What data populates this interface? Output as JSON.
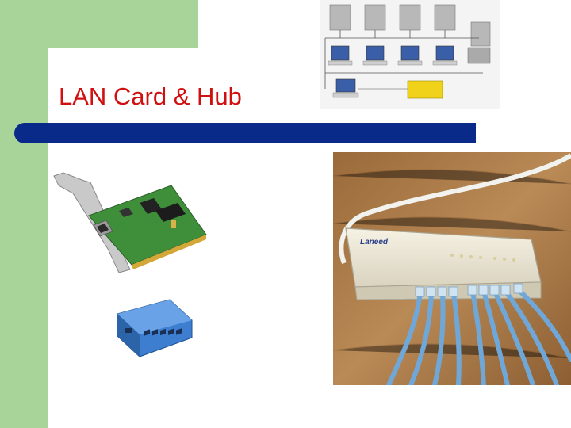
{
  "slide": {
    "title": "LAN Card & Hub"
  },
  "colors": {
    "background": "#ffffff",
    "green_band": "#a8d49a",
    "title_text": "#d01010",
    "title_bar": "#0a2a8a"
  },
  "images": {
    "network_diagram": "network-topology-diagram",
    "lan_card": "network-interface-card",
    "small_hub": "blue-ethernet-hub",
    "hub_photo": "ethernet-hub-with-cables-photo"
  },
  "photo_labels": {
    "brand": "Laneed"
  }
}
